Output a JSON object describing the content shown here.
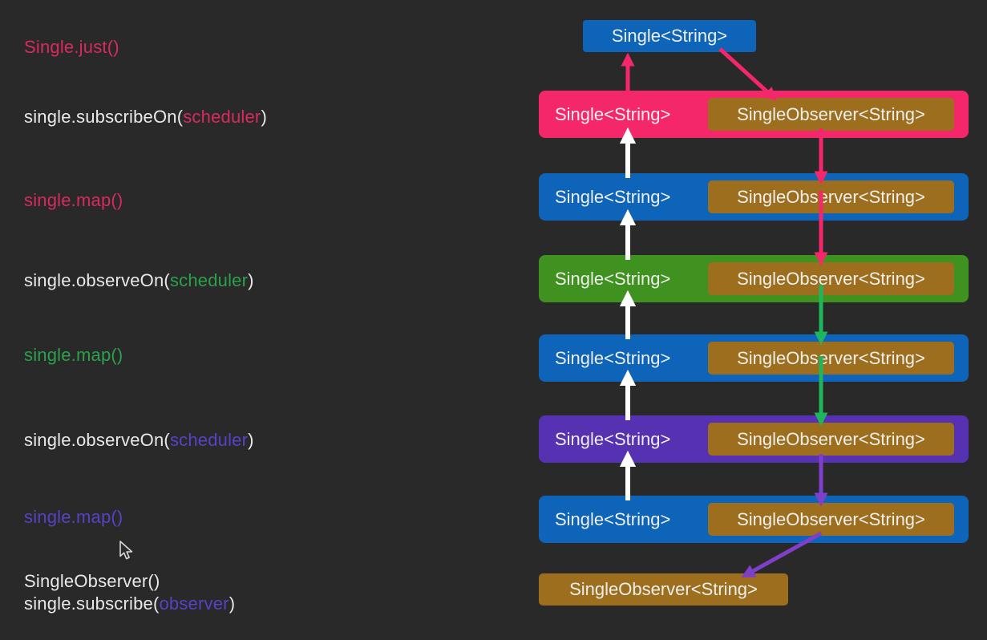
{
  "colors": {
    "background": "#292929",
    "row_blue": "#0d64b8",
    "row_pink": "#f5276b",
    "row_green": "#3f921f",
    "row_purple": "#5631b2",
    "observer_box_brown": "#9c6e1d",
    "arrow_white": "#ffffff",
    "arrow_pink": "#f5276b",
    "arrow_green": "#1fb55c",
    "arrow_purple": "#7f3fc9",
    "text_white": "#e9e9e7",
    "text_pink": "#d92a5e",
    "text_green": "#2aa14a",
    "text_purple": "#5742c6"
  },
  "left_panel": {
    "labels": [
      {
        "parts": [
          {
            "text": "Single.just()",
            "color": "pink"
          }
        ]
      },
      {
        "parts": [
          {
            "text": "single.subscribeOn(",
            "color": "white"
          },
          {
            "text": "scheduler",
            "color": "pink"
          },
          {
            "text": ")",
            "color": "white"
          }
        ]
      },
      {
        "parts": [
          {
            "text": "single.map()",
            "color": "pink"
          }
        ]
      },
      {
        "parts": [
          {
            "text": "single.observeOn(",
            "color": "white"
          },
          {
            "text": "scheduler",
            "color": "green"
          },
          {
            "text": ")",
            "color": "white"
          }
        ]
      },
      {
        "parts": [
          {
            "text": "single.map()",
            "color": "green"
          }
        ]
      },
      {
        "parts": [
          {
            "text": "single.observeOn(",
            "color": "white"
          },
          {
            "text": "scheduler",
            "color": "purple"
          },
          {
            "text": ")",
            "color": "white"
          }
        ]
      },
      {
        "parts": [
          {
            "text": "single.map()",
            "color": "purple"
          }
        ]
      },
      {
        "parts": [
          {
            "text": "SingleObserver()",
            "color": "white"
          }
        ]
      },
      {
        "parts": [
          {
            "text": "single.subscribe(",
            "color": "white"
          },
          {
            "text": "observer",
            "color": "purple"
          },
          {
            "text": ")",
            "color": "white"
          }
        ]
      }
    ]
  },
  "diagram": {
    "source_box": {
      "label": "Single<String>",
      "color": "blue"
    },
    "rows": [
      {
        "single_label": "Single<String>",
        "observer_label": "SingleObserver<String>",
        "color": "pink"
      },
      {
        "single_label": "Single<String>",
        "observer_label": "SingleObserver<String>",
        "color": "blue"
      },
      {
        "single_label": "Single<String>",
        "observer_label": "SingleObserver<String>",
        "color": "green"
      },
      {
        "single_label": "Single<String>",
        "observer_label": "SingleObserver<String>",
        "color": "blue"
      },
      {
        "single_label": "Single<String>",
        "observer_label": "SingleObserver<String>",
        "color": "purple"
      },
      {
        "single_label": "Single<String>",
        "observer_label": "SingleObserver<String>",
        "color": "blue"
      }
    ],
    "result_box": {
      "label": "SingleObserver<String>",
      "color": "brown"
    }
  }
}
